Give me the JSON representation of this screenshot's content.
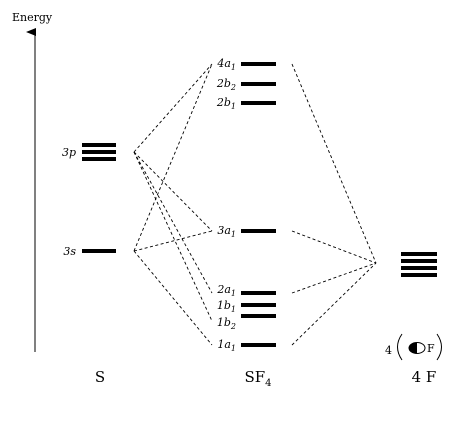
{
  "axis": {
    "label": "Energy"
  },
  "columns": {
    "left": "S",
    "middle_base": "SF",
    "middle_sub": "4",
    "right": "4 F"
  },
  "sulfur_levels": [
    {
      "id": "s-3p",
      "label": "3p",
      "degeneracy": 3
    },
    {
      "id": "s-3s",
      "label": "3s",
      "degeneracy": 1
    }
  ],
  "sf4_levels": [
    {
      "id": "mo-4a1",
      "num": "4",
      "sym": "a",
      "sub": "1"
    },
    {
      "id": "mo-2b2",
      "num": "2",
      "sym": "b",
      "sub": "2"
    },
    {
      "id": "mo-2b1",
      "num": "2",
      "sym": "b",
      "sub": "1"
    },
    {
      "id": "mo-3a1",
      "num": "3",
      "sym": "a",
      "sub": "1"
    },
    {
      "id": "mo-2a1",
      "num": "2",
      "sym": "a",
      "sub": "1"
    },
    {
      "id": "mo-1b1",
      "num": "1",
      "sym": "b",
      "sub": "1"
    },
    {
      "id": "mo-1b2",
      "num": "1",
      "sym": "b",
      "sub": "2"
    },
    {
      "id": "mo-1a1",
      "num": "1",
      "sym": "a",
      "sub": "1"
    }
  ],
  "fluorine": {
    "degeneracy": 4,
    "orbital_multiplier": "4",
    "orbital_atom": "F"
  }
}
